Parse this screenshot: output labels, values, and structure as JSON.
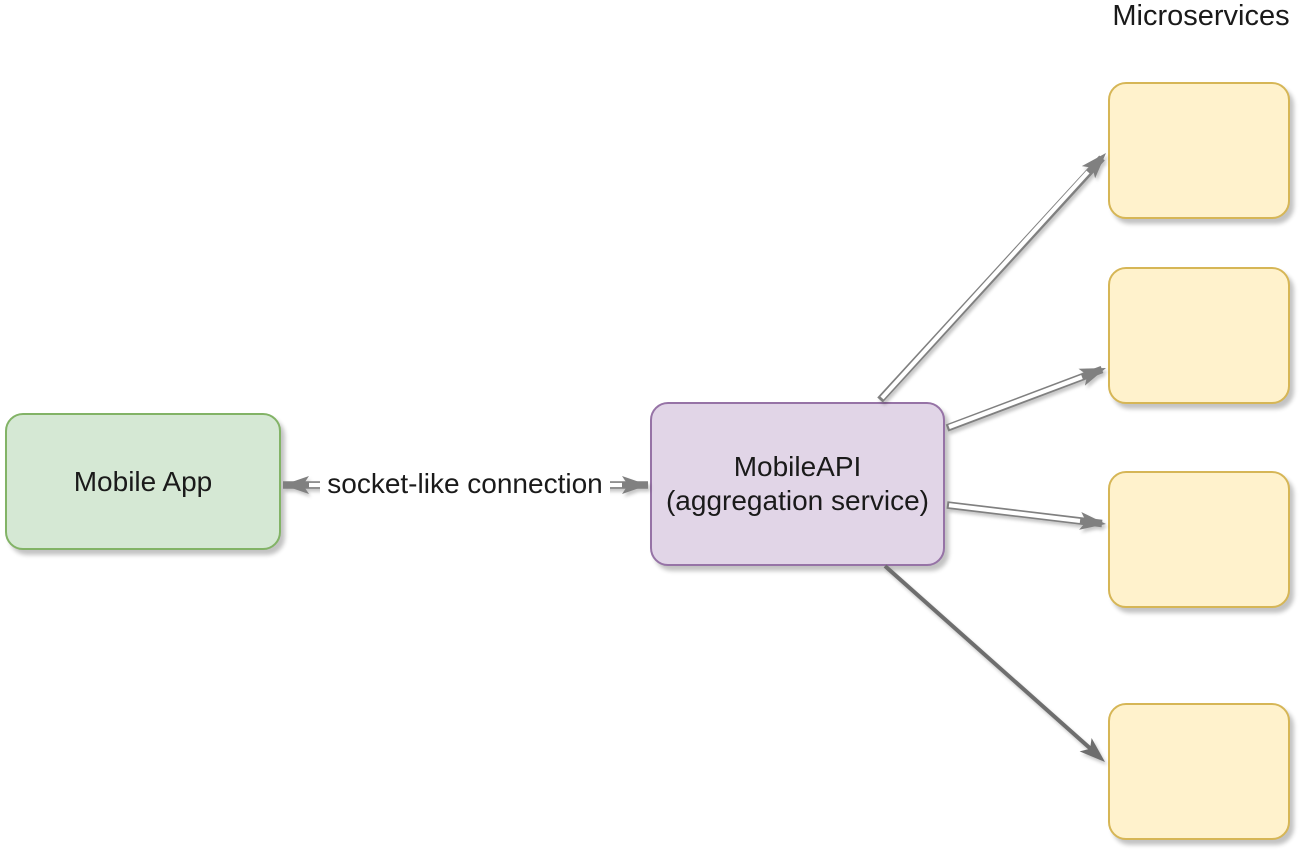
{
  "diagram": {
    "title": "Microservices",
    "nodes": {
      "mobile_app": {
        "label": "Mobile App"
      },
      "mobile_api": {
        "label": "MobileAPI\n(aggregation service)"
      },
      "microservices": [
        {
          "label": ""
        },
        {
          "label": ""
        },
        {
          "label": ""
        },
        {
          "label": ""
        }
      ]
    },
    "edges": {
      "socket_connection": {
        "label": "socket-like connection",
        "type": "bidirectional"
      },
      "fanout_arrow_count": 4
    },
    "colors": {
      "mobile_app_fill": "#d5e8d4",
      "mobile_app_border": "#82b366",
      "mobile_api_fill": "#e1d5e7",
      "mobile_api_border": "#9673a6",
      "microservice_fill": "#fff2cc",
      "microservice_border": "#d6b656",
      "arrow": "#808080",
      "arrow_single": "#6e6e6e",
      "text": "#1a1a1a",
      "background": "#ffffff"
    }
  }
}
